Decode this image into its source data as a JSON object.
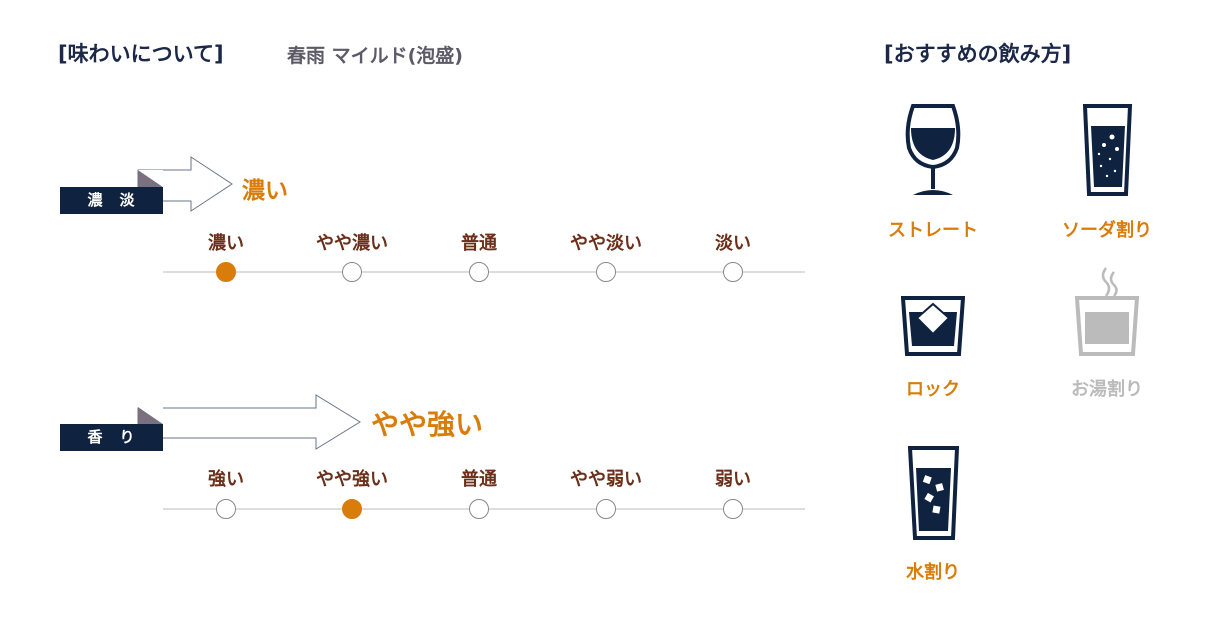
{
  "header": {
    "title": "[味わいについて]",
    "product": "春雨 マイルド(泡盛)"
  },
  "scales": [
    {
      "label": "濃　淡",
      "result": "濃い",
      "options": [
        "濃い",
        "やや濃い",
        "普通",
        "やや淡い",
        "淡い"
      ],
      "selected_index": 0
    },
    {
      "label": "香　り",
      "result": "やや強い",
      "options": [
        "強い",
        "やや強い",
        "普通",
        "やや弱い",
        "弱い"
      ],
      "selected_index": 1
    }
  ],
  "recommend": {
    "title": "[おすすめの飲み方]",
    "items": [
      {
        "label": "ストレート",
        "icon": "wine-glass-icon",
        "active": true
      },
      {
        "label": "ソーダ割り",
        "icon": "soda-glass-icon",
        "active": true
      },
      {
        "label": "ロック",
        "icon": "rock-glass-icon",
        "active": true
      },
      {
        "label": "お湯割り",
        "icon": "hot-water-glass-icon",
        "active": false
      },
      {
        "label": "水割り",
        "icon": "water-glass-icon",
        "active": true
      }
    ]
  },
  "colors": {
    "navy": "#0f2341",
    "orange": "#d97d0a",
    "brown": "#6b2f1a",
    "inactive": "#bbbbbb"
  }
}
